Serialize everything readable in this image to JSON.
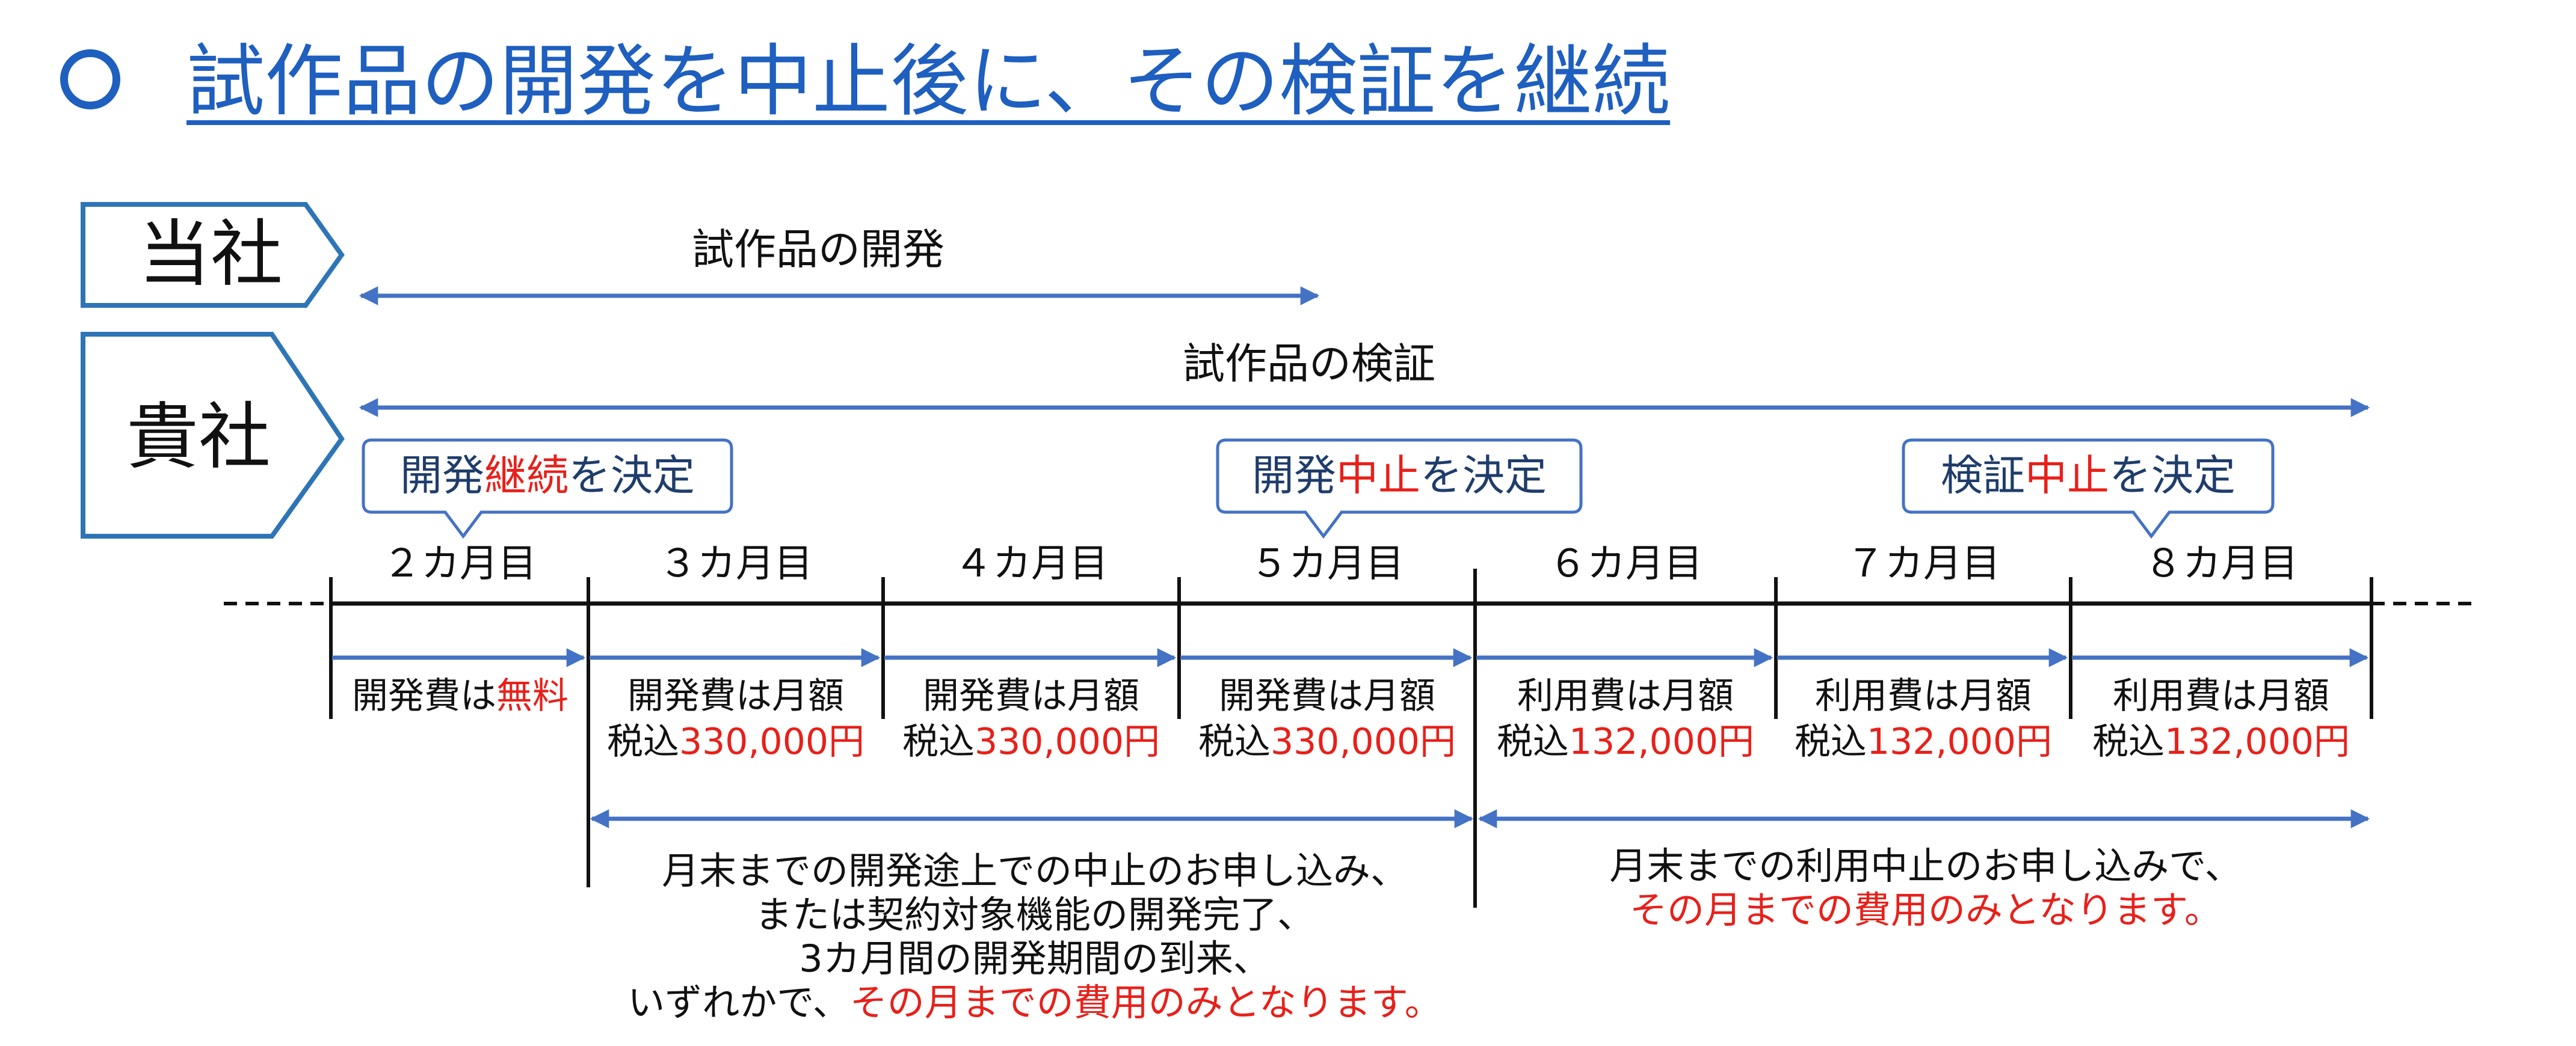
{
  "title": "試作品の開発を中止後に、その検証を継続",
  "rows": {
    "ours": "当社",
    "yours": "貴社"
  },
  "spans": {
    "development": "試作品の開発",
    "verification": "試作品の検証"
  },
  "callouts": [
    {
      "pre": "開発",
      "emph": "継続",
      "post": "を決定"
    },
    {
      "pre": "開発",
      "emph": "中止",
      "post": "を決定"
    },
    {
      "pre": "検証",
      "emph": "中止",
      "post": "を決定"
    }
  ],
  "months": [
    "２カ月目",
    "３カ月目",
    "４カ月目",
    "５カ月目",
    "６カ月目",
    "７カ月目",
    "８カ月目"
  ],
  "fees": [
    {
      "line1_pre": "開発費は",
      "line1_emph": "無料",
      "line2_pre": "",
      "line2_emph": ""
    },
    {
      "line1_pre": "開発費は月額",
      "line1_emph": "",
      "line2_pre": "税込",
      "line2_emph": "330,000円"
    },
    {
      "line1_pre": "開発費は月額",
      "line1_emph": "",
      "line2_pre": "税込",
      "line2_emph": "330,000円"
    },
    {
      "line1_pre": "開発費は月額",
      "line1_emph": "",
      "line2_pre": "税込",
      "line2_emph": "330,000円"
    },
    {
      "line1_pre": "利用費は月額",
      "line1_emph": "",
      "line2_pre": "税込",
      "line2_emph": "132,000円"
    },
    {
      "line1_pre": "利用費は月額",
      "line1_emph": "",
      "line2_pre": "税込",
      "line2_emph": "132,000円"
    },
    {
      "line1_pre": "利用費は月額",
      "line1_emph": "",
      "line2_pre": "税込",
      "line2_emph": "132,000円"
    }
  ],
  "notes": {
    "development": {
      "line1": "月末までの開発途上での中止のお申し込み、",
      "line2": "または契約対象機能の開発完了、",
      "line3": "3カ月間の開発期間の到来、",
      "line4_pre": "いずれかで、",
      "line4_emph": "その月までの費用のみとなります。"
    },
    "usage": {
      "line1": "月末までの利用中止のお申し込みで、",
      "line2_emph": "その月までの費用のみとなります。"
    }
  },
  "colors": {
    "title_blue": "#1e5fbf",
    "arrow_blue": "#4472c4",
    "box_blue": "#2e75b6",
    "emphasis_red": "#e8201a"
  }
}
